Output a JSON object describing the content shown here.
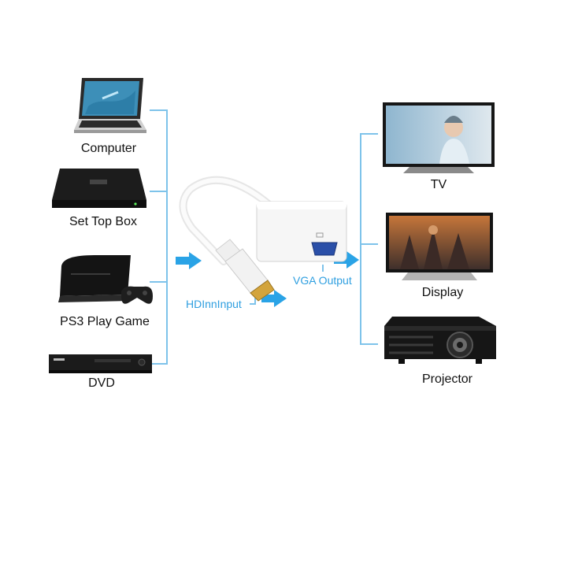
{
  "colors": {
    "connector_line": "#7ec3ea",
    "arrow": "#2aa3e6",
    "label_blue": "#2f9fe0",
    "device_dark": "#1a1a1a",
    "cable_white": "#f4f4f4"
  },
  "sources": [
    {
      "label": "Computer",
      "icon": "laptop-icon"
    },
    {
      "label": "Set Top Box",
      "icon": "set-top-box-icon"
    },
    {
      "label": "PS3 Play Game",
      "icon": "game-console-icon"
    },
    {
      "label": "DVD",
      "icon": "dvd-player-icon"
    }
  ],
  "adapter": {
    "input_label": "HDInnInput",
    "output_label": "VGA Output",
    "icon": "hdmi-vga-adapter-icon"
  },
  "outputs": [
    {
      "label": "TV",
      "icon": "tv-icon"
    },
    {
      "label": "Display",
      "icon": "monitor-icon"
    },
    {
      "label": "Projector",
      "icon": "projector-icon"
    }
  ]
}
